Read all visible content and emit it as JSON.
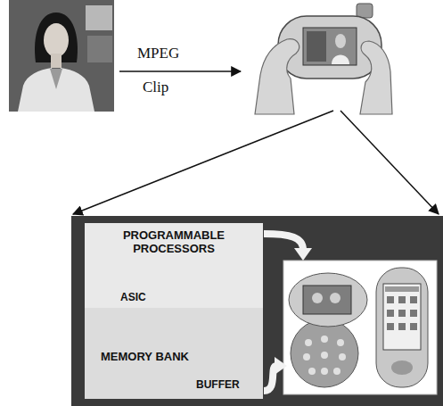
{
  "diagram": {
    "nodes": [
      {
        "text": [
          "PROGRAMMABLE PROCESSORS",
          "ASIC"
        ]
      },
      {
        "text": [
          "MEMORY BANK",
          "BUFFER"
        ]
      }
    ],
    "labels": [
      "MPEG",
      "Clip"
    ]
  }
}
